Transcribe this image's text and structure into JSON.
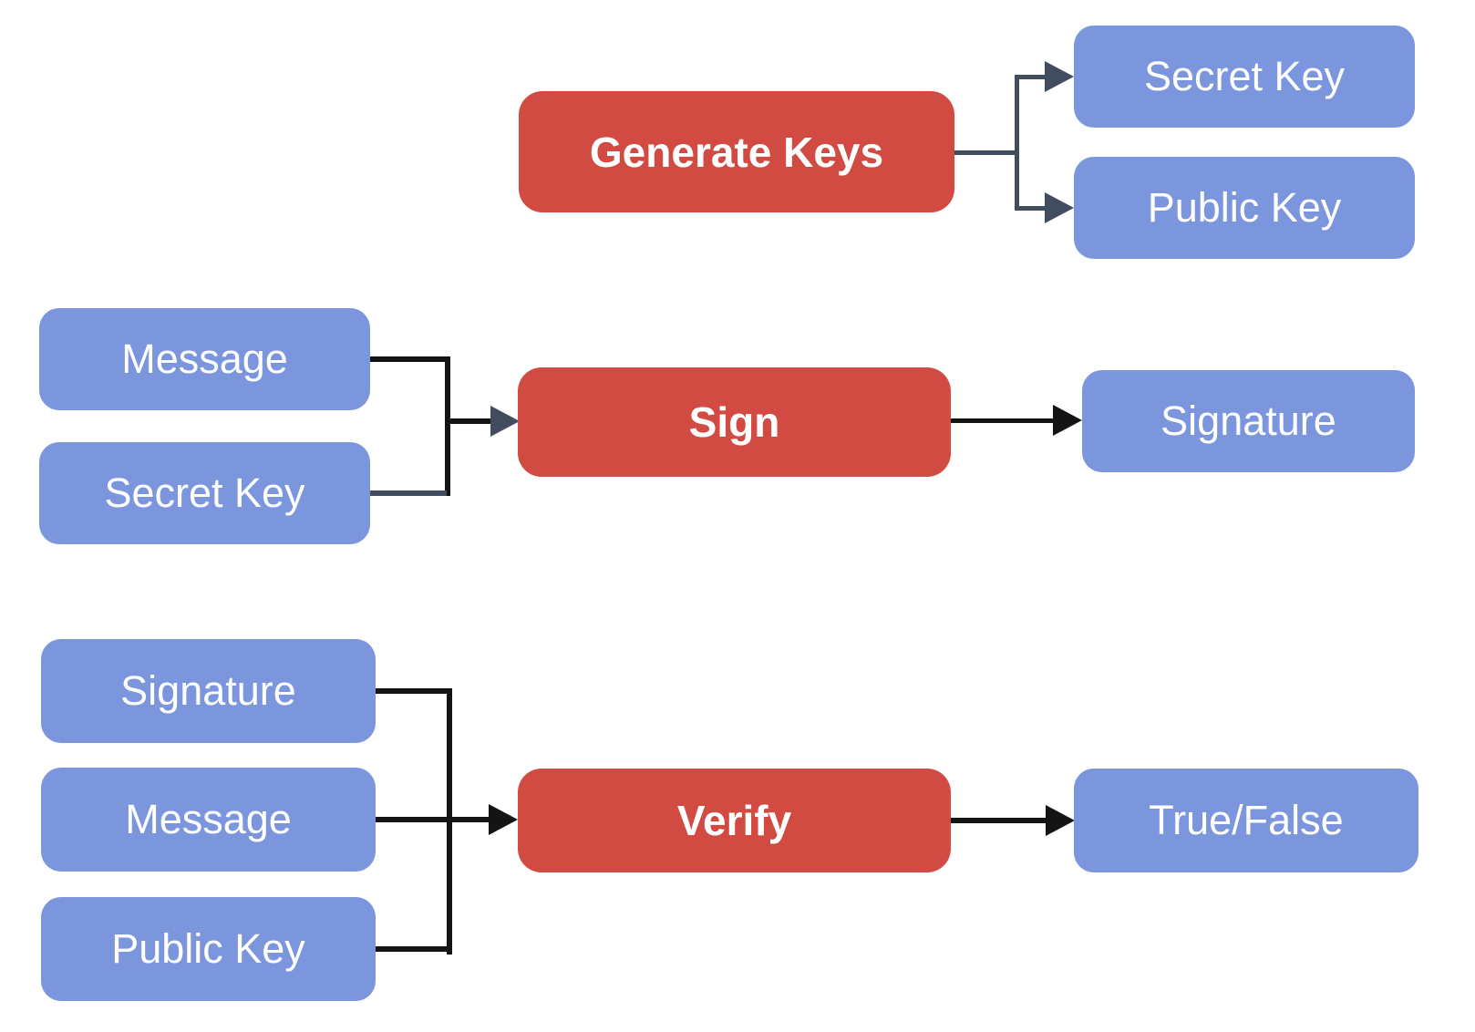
{
  "colors": {
    "process_fill": "#d24b42",
    "data_fill": "#7b96dd",
    "line_black": "#141414",
    "line_slate": "#414d5f",
    "node_text": "#ffffff",
    "background": "#ffffff"
  },
  "nodes": {
    "generate_keys": {
      "label": "Generate Keys",
      "type": "process"
    },
    "secret_key_out": {
      "label": "Secret Key",
      "type": "data"
    },
    "public_key_out": {
      "label": "Public Key",
      "type": "data"
    },
    "message_sign": {
      "label": "Message",
      "type": "data"
    },
    "secret_key_sign": {
      "label": "Secret Key",
      "type": "data"
    },
    "sign": {
      "label": "Sign",
      "type": "process"
    },
    "signature_out": {
      "label": "Signature",
      "type": "data"
    },
    "signature_verify": {
      "label": "Signature",
      "type": "data"
    },
    "message_verify": {
      "label": "Message",
      "type": "data"
    },
    "public_key_verify": {
      "label": "Public Key",
      "type": "data"
    },
    "verify": {
      "label": "Verify",
      "type": "process"
    },
    "true_false": {
      "label": "True/False",
      "type": "data"
    }
  },
  "connectors": [
    {
      "from": "generate_keys",
      "to": "secret_key_out"
    },
    {
      "from": "generate_keys",
      "to": "public_key_out"
    },
    {
      "from": "message_sign",
      "to": "sign"
    },
    {
      "from": "secret_key_sign",
      "to": "sign"
    },
    {
      "from": "sign",
      "to": "signature_out"
    },
    {
      "from": "signature_verify",
      "to": "verify"
    },
    {
      "from": "message_verify",
      "to": "verify"
    },
    {
      "from": "public_key_verify",
      "to": "verify"
    },
    {
      "from": "verify",
      "to": "true_false"
    }
  ]
}
